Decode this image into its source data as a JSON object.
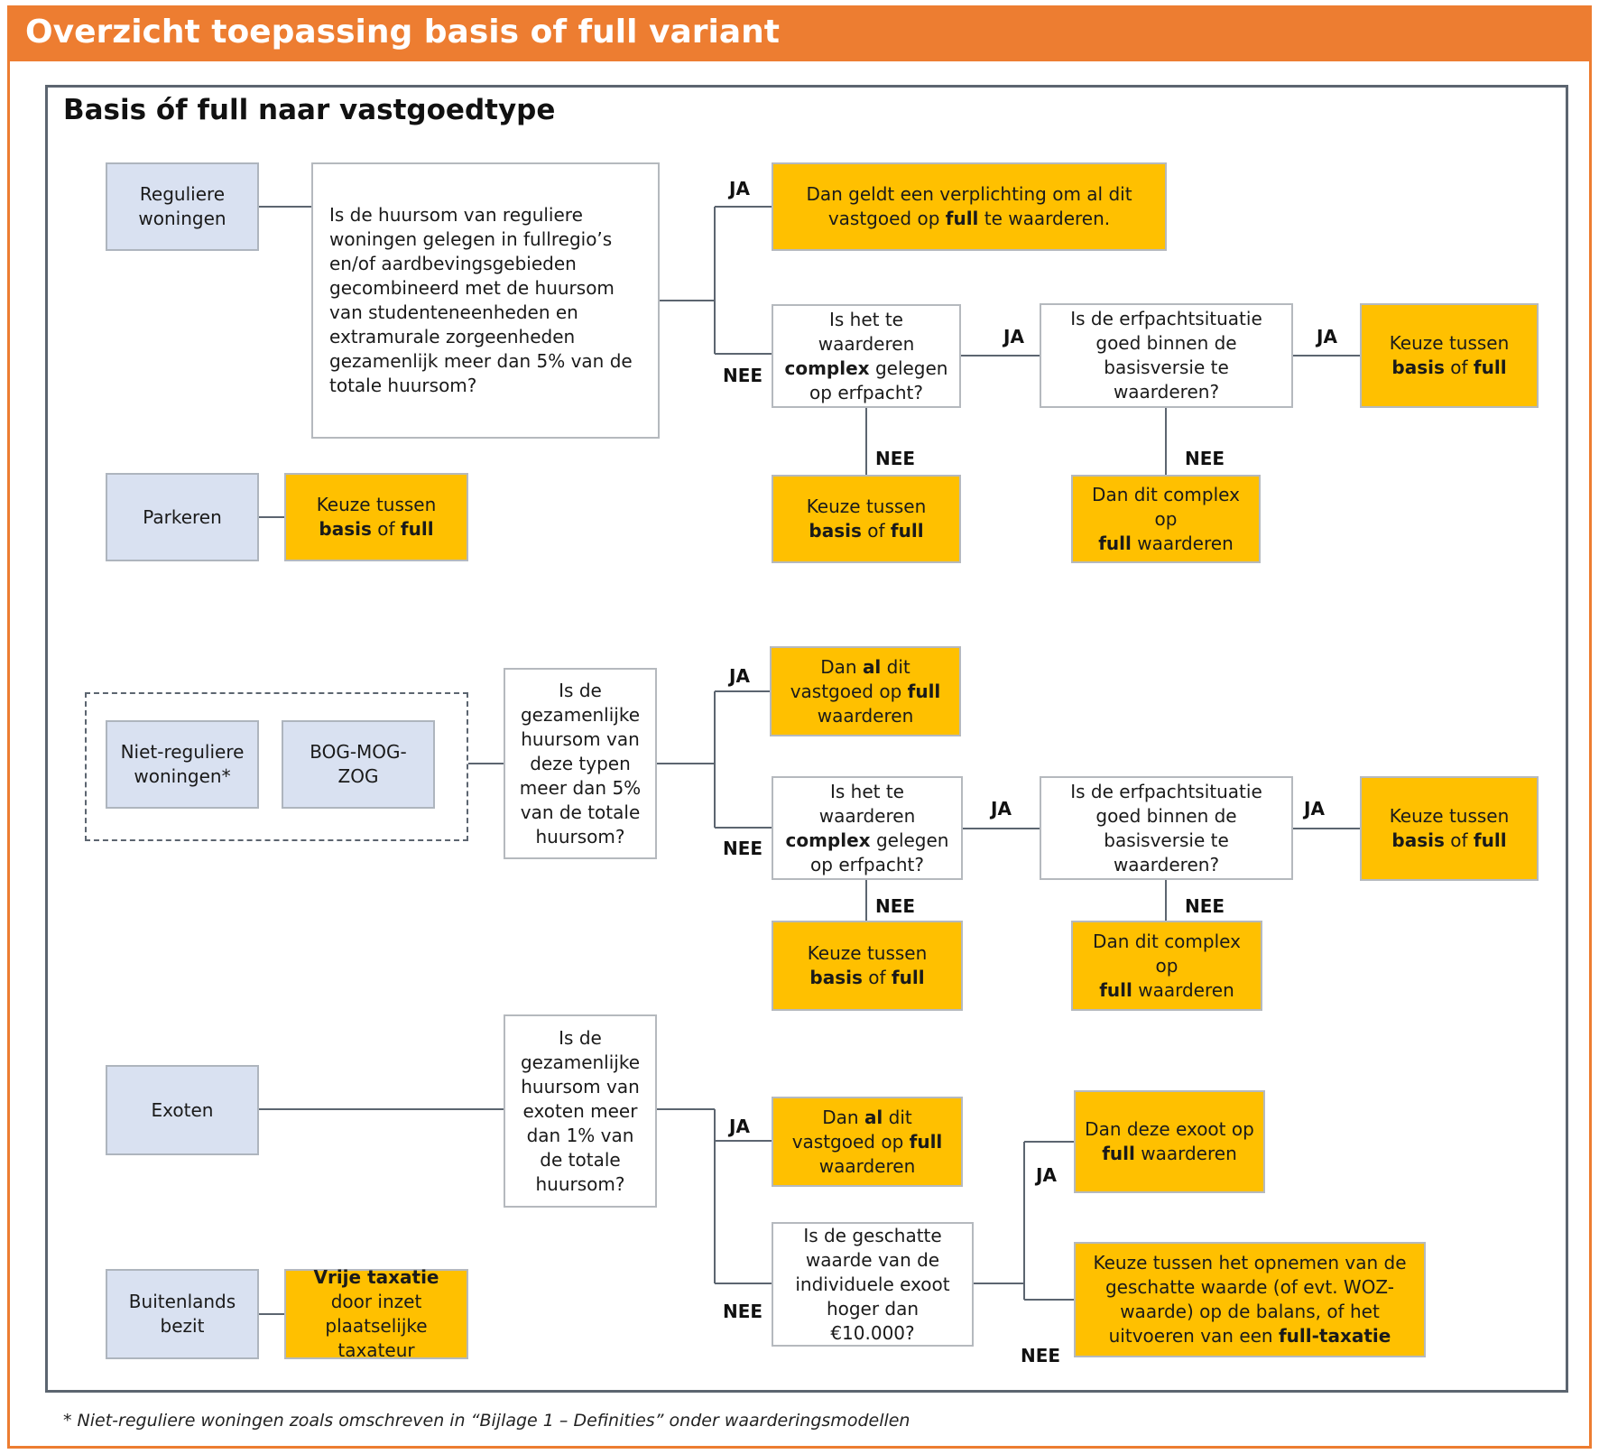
{
  "title": "Overzicht toepassing basis of full variant",
  "subtitle": "Basis óf full naar vastgoedtype",
  "labels": {
    "ja": "JA",
    "nee": "NEE"
  },
  "categories": {
    "reguliere": "Reguliere woningen",
    "parkeren": "Parkeren",
    "niet_regulier": "Niet-reguliere woningen*",
    "bog": "BOG-MOG-ZOG",
    "exoten": "Exoten",
    "buitenland": "Buitenlands bezit"
  },
  "questions": {
    "q_reg": "Is de huursom van reguliere woningen gelegen in fullregio’s en/of aardbevingsgebieden gecombineerd met de huursom van studenteneenheden en extramurale zorgeenheden gezamenlijk meer dan 5% van de totale huursom?",
    "q_complex_1a": "Is het te waarderen",
    "q_complex_1b": "complex",
    "q_complex_1c": "gelegen op erfpacht?",
    "q_erf_1": "Is de erfpachtsituatie goed binnen de basisversie te waarderen?",
    "q_typen": "Is de gezamenlijke huursom van deze typen meer dan 5% van de totale huursom?",
    "q_complex_2a": "Is het te waarderen",
    "q_complex_2b": "complex",
    "q_complex_2c": "gelegen op erfpacht?",
    "q_erf_2": "Is de erfpachtsituatie goed binnen de basisversie te waarderen?",
    "q_exoten": "Is de gezamenlijke huursom van exoten meer dan 1% van de totale huursom?",
    "q_exoot_waarde": "Is de geschatte waarde van de individuele exoot hoger dan €10.000?"
  },
  "results": {
    "verplichting": {
      "a": "Dan geldt een verplichting om al dit vastgoed op",
      "b": "full",
      "c": "te waarderen."
    },
    "keuze": {
      "a": "Keuze tussen",
      "b": "basis",
      "c": "of",
      "d": "full"
    },
    "complex_full": {
      "a": "Dan dit complex op",
      "b": "full",
      "c": "waarderen"
    },
    "al_full": {
      "a": "Dan",
      "b": "al",
      "c": "dit vastgoed op",
      "d": "full",
      "e": "waarderen"
    },
    "exoot_full": {
      "a": "Dan deze exoot op",
      "b": "full",
      "c": "waarderen"
    },
    "exoot_keuze": {
      "a": "Keuze tussen het opnemen van de geschatte waarde (of evt. WOZ-waarde) op de balans, of het uitvoeren van een",
      "b": "full-taxatie"
    },
    "vrije": {
      "a": "Vrije taxatie",
      "b": "door inzet plaatselijke taxateur"
    }
  },
  "footnote": "* Niet-reguliere woningen zoals omschreven in “Bijlage 1 – Definities” onder waarderingsmodellen",
  "colors": {
    "header": "#ED7D31",
    "category": "#D9E1F1",
    "result": "#FFC000",
    "border": "#5C6570"
  }
}
